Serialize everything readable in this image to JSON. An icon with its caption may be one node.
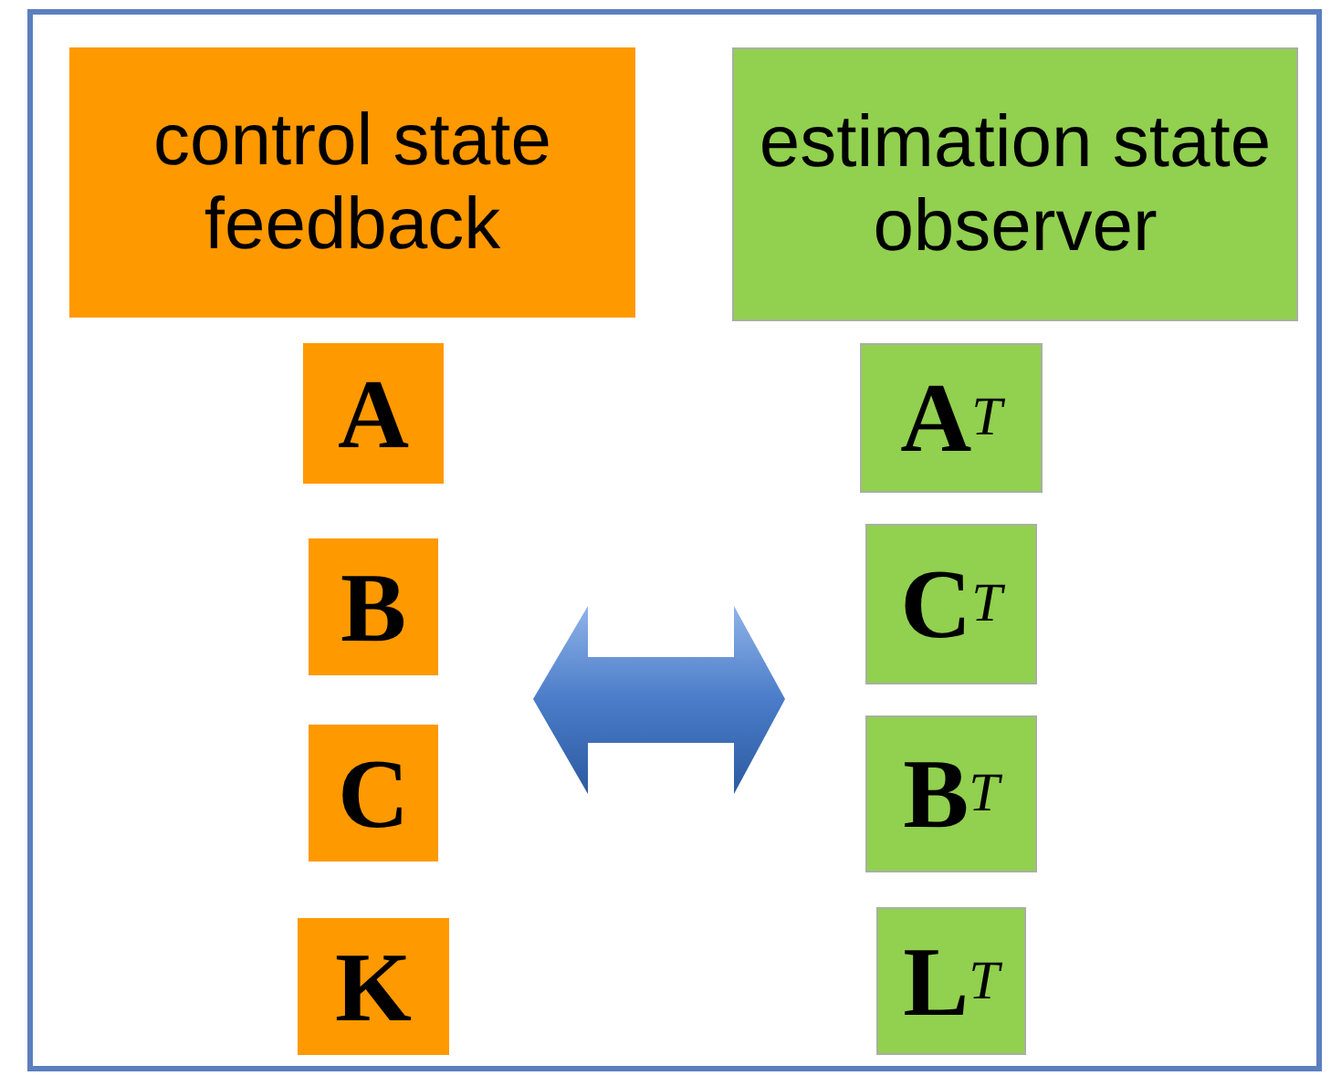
{
  "diagram": {
    "nodes": [
      {
        "text": [
          "control state feedback"
        ]
      },
      {
        "text": [
          "estimation state observer"
        ]
      },
      {
        "text": [
          "A"
        ]
      },
      {
        "text": [
          "B"
        ]
      },
      {
        "text": [
          "C"
        ]
      },
      {
        "text": [
          "K"
        ]
      },
      {
        "text": [
          "A$^{T}$"
        ]
      },
      {
        "text": [
          "C$^{T}$"
        ]
      },
      {
        "text": [
          "B$^{T}$"
        ]
      },
      {
        "text": [
          "L$^{T}$"
        ]
      }
    ],
    "edges": []
  }
}
